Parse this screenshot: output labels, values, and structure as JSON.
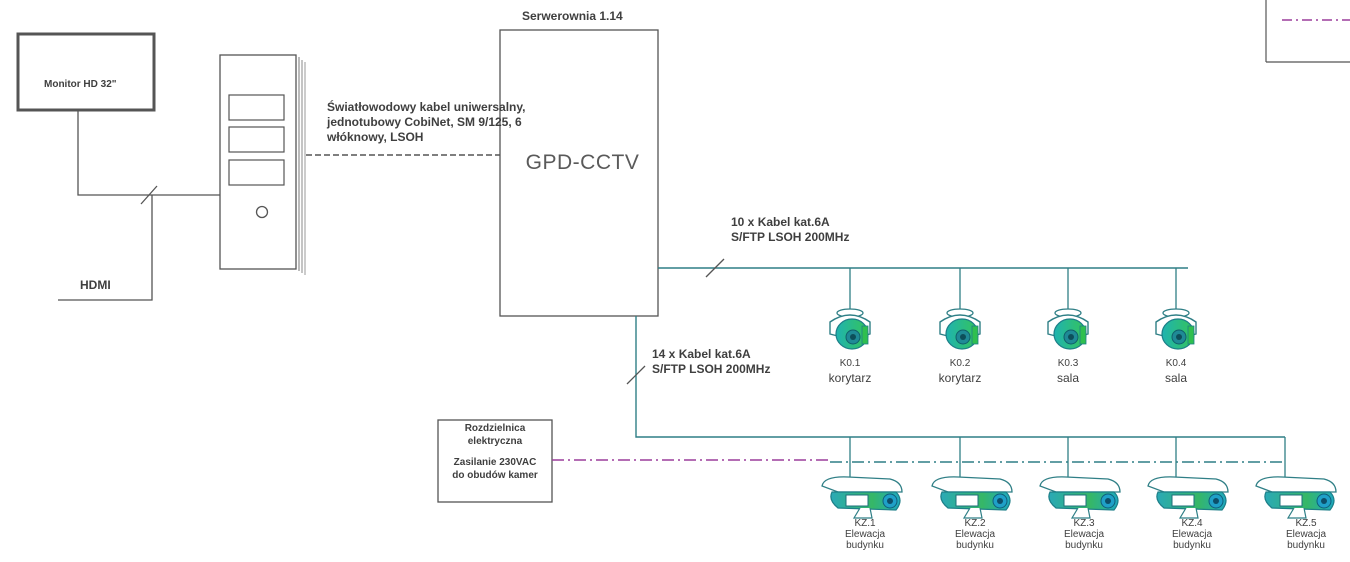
{
  "server_room": {
    "title": "Serwerownia 1.14",
    "device": "GPD-CCTV"
  },
  "monitor": {
    "label": "Monitor HD 32\""
  },
  "hdmi": {
    "label": "HDMI"
  },
  "fiber_cable": {
    "line1": "Światłowodowy kabel uniwersalny,",
    "line2": "jednotubowy CobiNet, SM 9/125, 6",
    "line3": "włóknowy, LSOH"
  },
  "cable_top": {
    "line1": "10 x Kabel kat.6A",
    "line2": "S/FTP LSOH 200MHz"
  },
  "cable_bottom": {
    "line1": "14 x Kabel kat.6A",
    "line2": "S/FTP LSOH 200MHz"
  },
  "distribution_board": {
    "line1": "Rozdzielnica",
    "line2": "elektryczna",
    "line3": "Zasilanie 230VAC",
    "line4": "do obudów kamer"
  },
  "dome_cameras": [
    {
      "id": "K0.1",
      "location": "korytarz"
    },
    {
      "id": "K0.2",
      "location": "korytarz"
    },
    {
      "id": "K0.3",
      "location": "sala"
    },
    {
      "id": "K0.4",
      "location": "sala"
    }
  ],
  "bullet_cameras": [
    {
      "id": "KZ.1",
      "line1": "Elewacja",
      "line2": "budynku"
    },
    {
      "id": "KZ.2",
      "line1": "Elewacja",
      "line2": "budynku"
    },
    {
      "id": "KZ.3",
      "line1": "Elewacja",
      "line2": "budynku"
    },
    {
      "id": "KZ.4",
      "line1": "Elewacja",
      "line2": "budynku"
    },
    {
      "id": "KZ.5",
      "line1": "Elewacja",
      "line2": "budynku"
    }
  ],
  "colors": {
    "line": "#5a5a5a",
    "network": "#2f7f86",
    "power": "#9b3d9b",
    "camera_teal": "#1a9aa0",
    "camera_green": "#33b858"
  },
  "icons": [
    "monitor-icon",
    "pc-tower-icon",
    "dome-camera-icon",
    "bullet-camera-icon"
  ]
}
